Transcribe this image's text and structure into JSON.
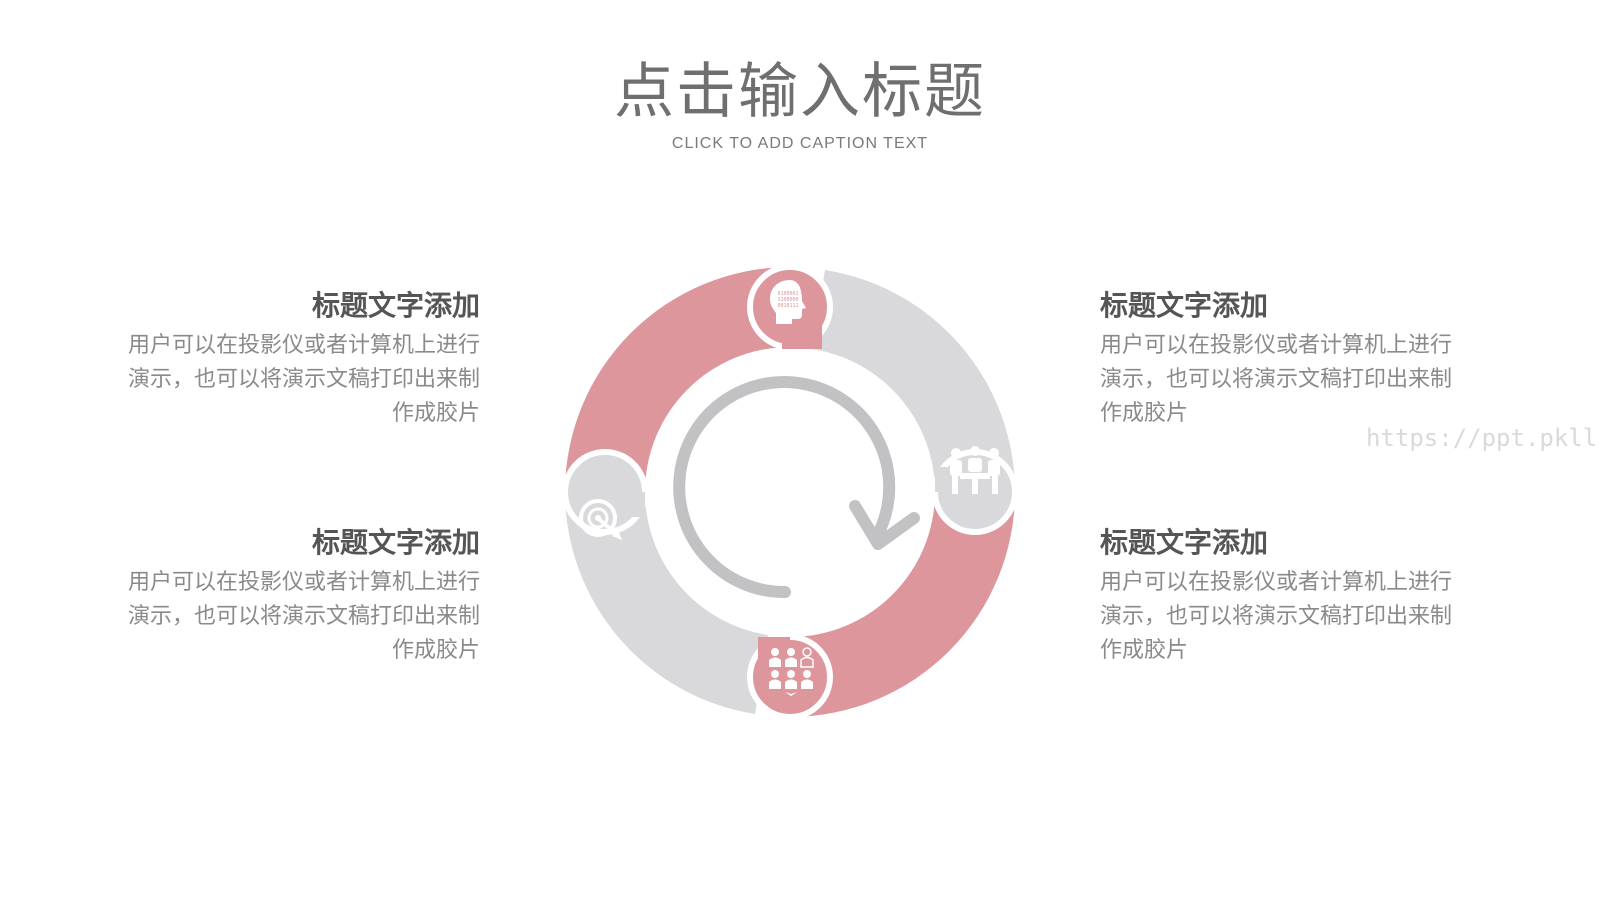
{
  "header": {
    "title": "点击输入标题",
    "subtitle": "CLICK TO ADD CAPTION TEXT"
  },
  "blocks": [
    {
      "heading": "标题文字添加",
      "body_lines": [
        "用户可以在投影仪或者计算机上进行",
        "演示，也可以将演示文稿打印出来制",
        "作成胶片"
      ]
    },
    {
      "heading": "标题文字添加",
      "body_lines": [
        "用户可以在投影仪或者计算机上进行",
        "演示，也可以将演示文稿打印出来制",
        "作成胶片"
      ]
    },
    {
      "heading": "标题文字添加",
      "body_lines": [
        "用户可以在投影仪或者计算机上进行",
        "演示，也可以将演示文稿打印出来制",
        "作成胶片"
      ]
    },
    {
      "heading": "标题文字添加",
      "body_lines": [
        "用户可以在投影仪或者计算机上进行",
        "演示，也可以将演示文稿打印出来制",
        "作成胶片"
      ]
    }
  ],
  "diagram": {
    "segments": [
      {
        "icon": "head-binary-icon",
        "color": "#dc969c"
      },
      {
        "icon": "meeting-people-icon",
        "color": "#d9d8db"
      },
      {
        "icon": "team-people-icon",
        "color": "#dc969c"
      },
      {
        "icon": "target-arrow-icon",
        "color": "#d9d8db"
      }
    ],
    "center_icon": "cycle-arrow-icon",
    "center_color": "#c2c2c4",
    "head_icon_text": "0100001\n1100000\n00101110"
  },
  "watermark": "https://ppt.pkll.de",
  "colors": {
    "accent_pink": "#dc969c",
    "accent_grey": "#d9d8db",
    "title_text": "#6f6f6f",
    "heading_text": "#555555",
    "body_text": "#8a8a8a"
  }
}
